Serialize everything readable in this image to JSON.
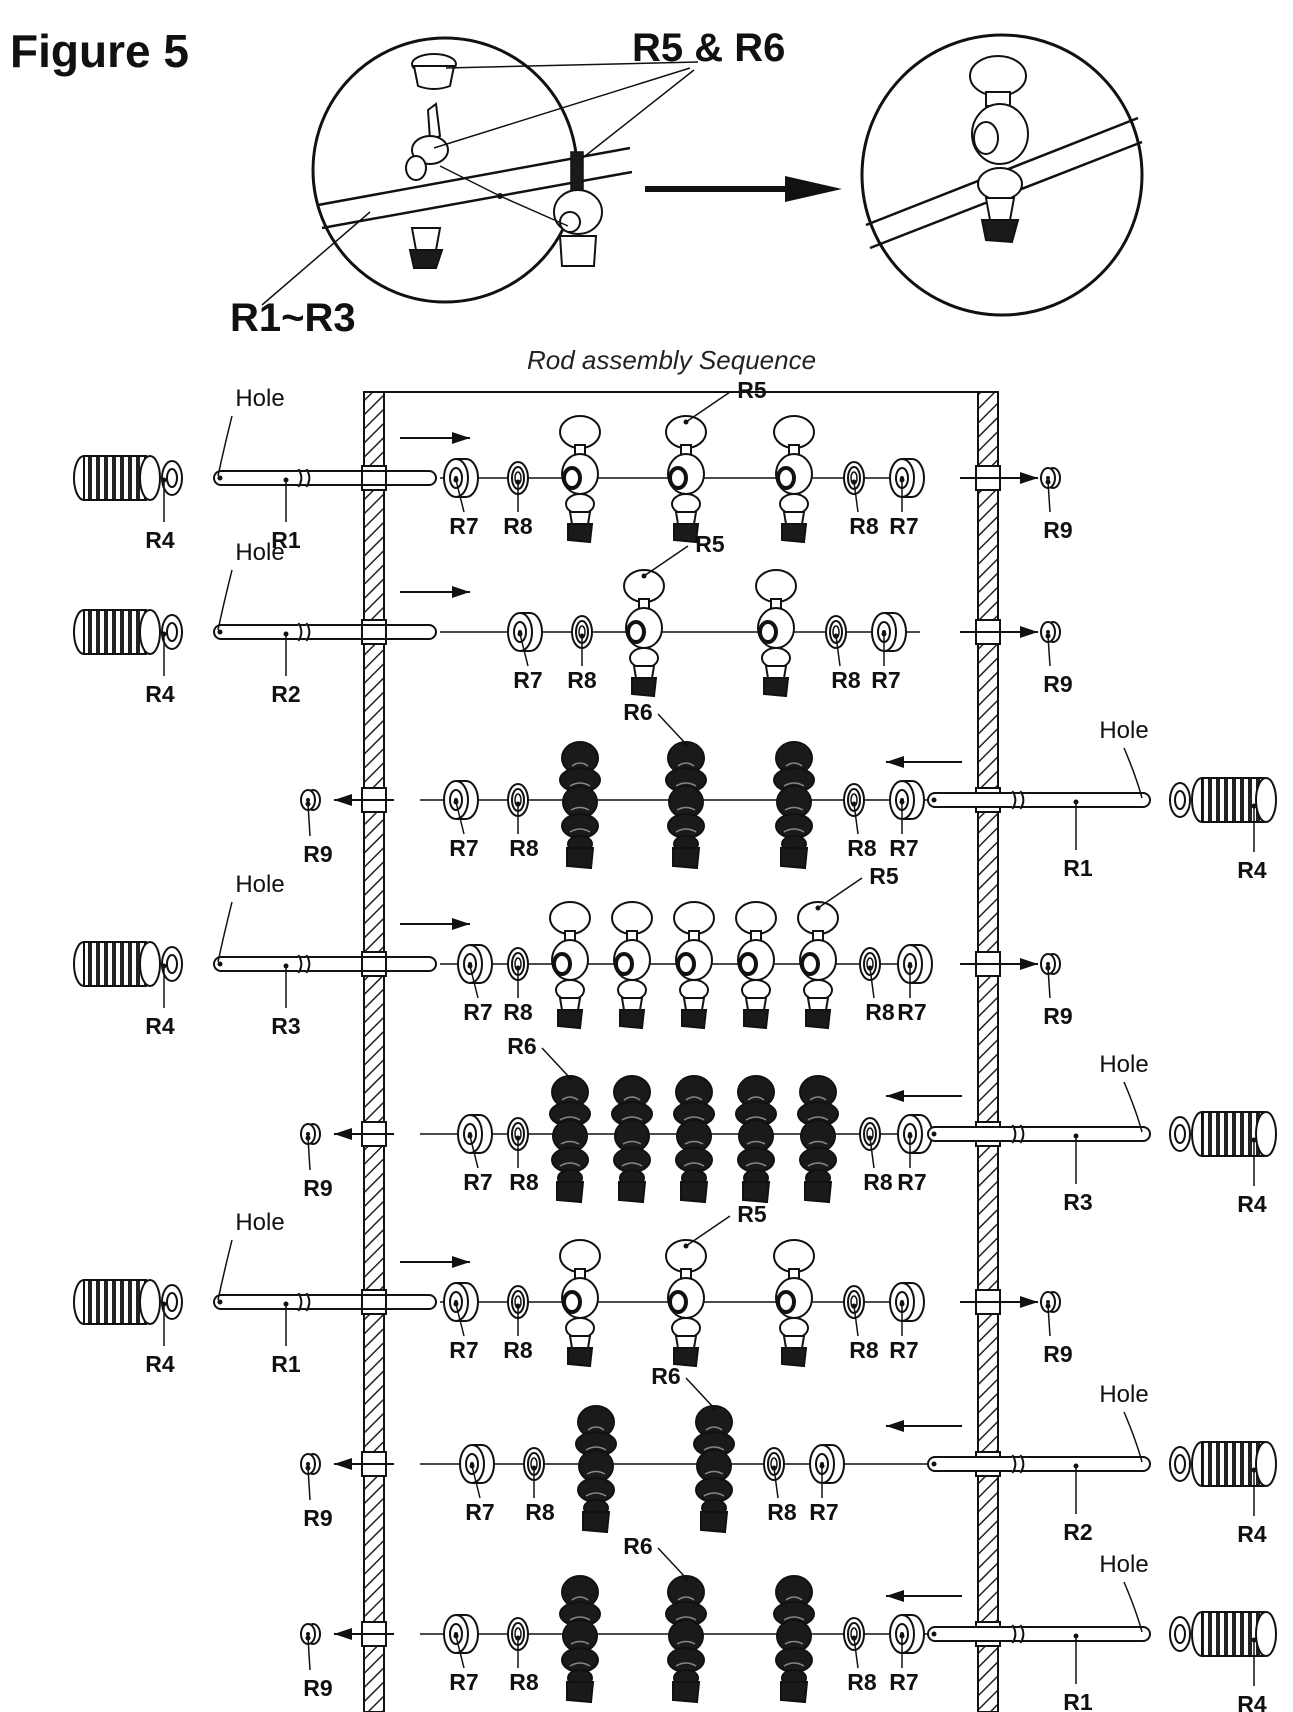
{
  "figure": {
    "title": "Figure 5",
    "caption_r5_r6": "R5 & R6",
    "caption_r1_r3": "R1~R3",
    "sequence_title": "Rod assembly Sequence",
    "hole_label": "Hole",
    "colors": {
      "line": "#111111",
      "light_figure": "#ffffff",
      "dark_figure": "#1a1a1a"
    }
  },
  "rows": [
    {
      "side": "left",
      "rod": "R1",
      "figure": "R5",
      "count": 3,
      "labels": [
        "R4",
        "R1",
        "R7",
        "R8",
        "R8",
        "R7",
        "R9"
      ]
    },
    {
      "side": "left",
      "rod": "R2",
      "figure": "R5",
      "count": 2,
      "labels": [
        "R4",
        "R2",
        "R7",
        "R8",
        "R8",
        "R7",
        "R9"
      ]
    },
    {
      "side": "right",
      "rod": "R1",
      "figure": "R6",
      "count": 3,
      "labels": [
        "R9",
        "R7",
        "R8",
        "R8",
        "R7",
        "R1",
        "R4"
      ]
    },
    {
      "side": "left",
      "rod": "R3",
      "figure": "R5",
      "count": 5,
      "labels": [
        "R4",
        "R3",
        "R7",
        "R8",
        "R8",
        "R7",
        "R9"
      ]
    },
    {
      "side": "right",
      "rod": "R3",
      "figure": "R6",
      "count": 5,
      "labels": [
        "R9",
        "R7",
        "R8",
        "R8",
        "R7",
        "R3",
        "R4"
      ]
    },
    {
      "side": "left",
      "rod": "R1",
      "figure": "R5",
      "count": 3,
      "labels": [
        "R4",
        "R1",
        "R7",
        "R8",
        "R8",
        "R7",
        "R9"
      ]
    },
    {
      "side": "right",
      "rod": "R2",
      "figure": "R6",
      "count": 2,
      "labels": [
        "R9",
        "R7",
        "R8",
        "R8",
        "R7",
        "R2",
        "R4"
      ]
    },
    {
      "side": "right",
      "rod": "R1",
      "figure": "R6",
      "count": 3,
      "labels": [
        "R9",
        "R7",
        "R8",
        "R8",
        "R7",
        "R1",
        "R4"
      ]
    }
  ]
}
